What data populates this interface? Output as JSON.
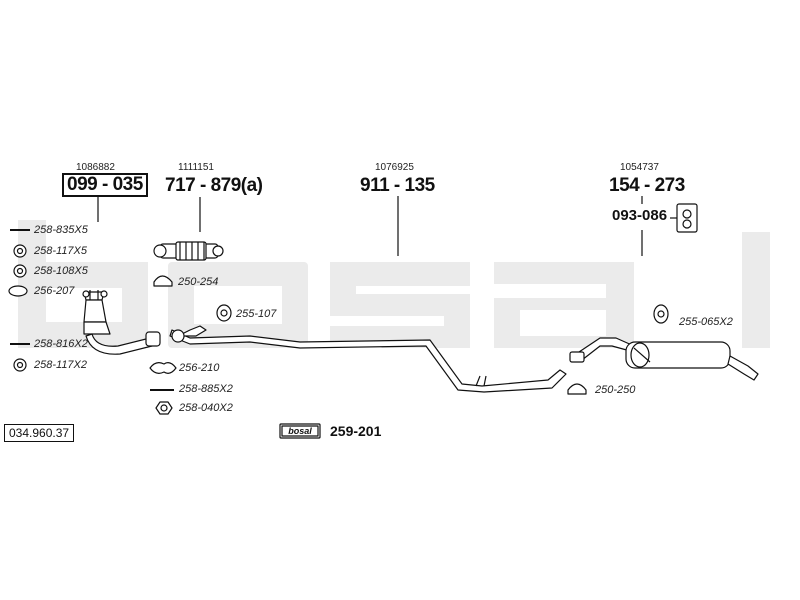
{
  "watermark": "bosal",
  "assemblies": [
    {
      "ref": "1086882",
      "code": "099 - 035"
    },
    {
      "ref": "1111151",
      "code": "717 - 879(a)"
    },
    {
      "ref": "1076925",
      "code": "911 - 135"
    },
    {
      "ref": "1054737",
      "code": "154 - 273"
    }
  ],
  "hanger_code": "093-086",
  "left_parts": [
    "258-835X5",
    "258-117X5",
    "258-108X5",
    "256-207",
    "258-816X2",
    "258-117X2"
  ],
  "mid_parts": [
    "250-254",
    "255-107",
    "256-210",
    "258-885X2",
    "258-040X2"
  ],
  "right_parts": [
    "255-065X2",
    "250-250"
  ],
  "catalog_number": "034.960.37",
  "kit": {
    "brand": "bosal",
    "code": "259-201"
  },
  "colors": {
    "line": "#111111",
    "pipe_fill": "#ffffff",
    "watermark": "#ebebeb"
  }
}
